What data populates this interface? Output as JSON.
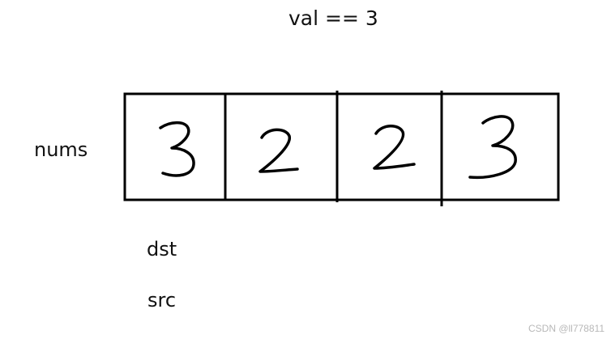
{
  "title": "val == 3",
  "array": {
    "label": "nums",
    "values": [
      "3",
      "2",
      "2",
      "3"
    ]
  },
  "pointers": {
    "dst": "dst",
    "src": "src"
  },
  "watermark": "CSDN @ll778811"
}
